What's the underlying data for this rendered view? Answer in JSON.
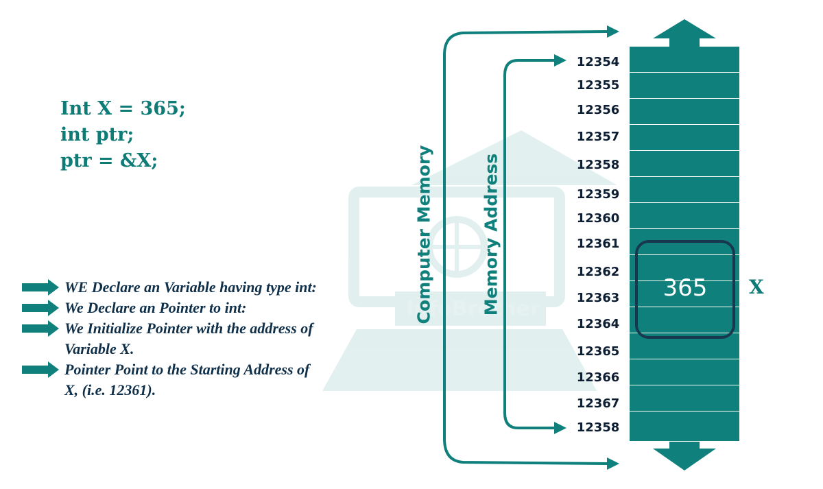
{
  "code": {
    "line1": "Int X = 365;",
    "line2": "int ptr;",
    "line3": "ptr = &X;"
  },
  "notes": [
    "WE Declare an Variable having type int:",
    "We Declare an Pointer to int:",
    "We Initialize Pointer with the address of",
    "Variable X.",
    "Pointer Point to the Starting Address of",
    "X, (i.e. 12361)."
  ],
  "labels": {
    "computer_memory": "Computer Memory",
    "memory_address": "Memory Address"
  },
  "addresses": [
    "12354",
    "12355",
    "12356",
    "12357",
    "12358",
    "12359",
    "12360",
    "12361",
    "12362",
    "12363",
    "12364",
    "12365",
    "12366",
    "12367",
    "12358"
  ],
  "value": "365",
  "variable": "X",
  "watermark": "InfoBrother",
  "colors": {
    "teal": "#0f807b",
    "navy": "#17384e",
    "text_dark": "#0f2f49"
  }
}
